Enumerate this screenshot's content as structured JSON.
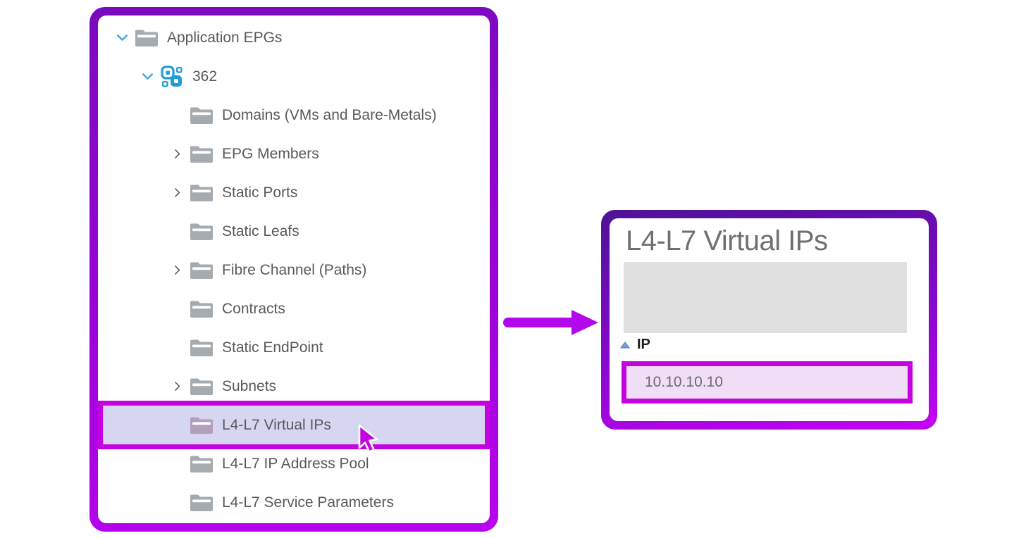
{
  "colors": {
    "annotation-magenta": "#c503e0",
    "arrow-magenta": "#b307ec",
    "panel-border-top": "#7a0abd",
    "panel-border-bottom": "#b803ef",
    "panel2-border-top": "#4f1296",
    "panel2-border-bottom": "#c503f2",
    "selection-bg": "#d6d6f3",
    "ip-row-bg": "#efdef5",
    "folder-gray": "#a6abb0",
    "folder-selected": "#b29fba",
    "icon-blue": "#1b9ed8",
    "chevron-blue": "#45a6dc",
    "twisty-gray": "#5e6266",
    "text-gray": "#58595b",
    "title-gray": "#6e6f71",
    "sort-fill": "#7ba0d6",
    "sort-stroke": "#5577b5"
  },
  "tree": {
    "items": [
      {
        "label": "Application EPGs",
        "level": 0,
        "icon": "folder",
        "twisty": "expanded",
        "selected": false
      },
      {
        "label": "362",
        "level": 1,
        "icon": "epg",
        "twisty": "expanded",
        "selected": false
      },
      {
        "label": "Domains (VMs and Bare-Metals)",
        "level": 2,
        "icon": "folder",
        "twisty": "none",
        "selected": false
      },
      {
        "label": "EPG Members",
        "level": 2,
        "icon": "folder",
        "twisty": "collapsed",
        "selected": false
      },
      {
        "label": "Static Ports",
        "level": 2,
        "icon": "folder",
        "twisty": "collapsed",
        "selected": false
      },
      {
        "label": "Static Leafs",
        "level": 2,
        "icon": "folder",
        "twisty": "none",
        "selected": false
      },
      {
        "label": "Fibre Channel (Paths)",
        "level": 2,
        "icon": "folder",
        "twisty": "collapsed",
        "selected": false
      },
      {
        "label": "Contracts",
        "level": 2,
        "icon": "folder",
        "twisty": "none",
        "selected": false
      },
      {
        "label": "Static EndPoint",
        "level": 2,
        "icon": "folder",
        "twisty": "none",
        "selected": false
      },
      {
        "label": "Subnets",
        "level": 2,
        "icon": "folder",
        "twisty": "collapsed",
        "selected": false
      },
      {
        "label": "L4-L7 Virtual IPs",
        "level": 2,
        "icon": "folder",
        "twisty": "none",
        "selected": true
      },
      {
        "label": "L4-L7 IP Address Pool",
        "level": 2,
        "icon": "folder",
        "twisty": "none",
        "selected": false
      },
      {
        "label": "L4-L7 Service Parameters",
        "level": 2,
        "icon": "folder",
        "twisty": "none",
        "selected": false
      }
    ]
  },
  "detail": {
    "title": "L4-L7 Virtual IPs",
    "table": {
      "column": "IP",
      "sort": "ascending",
      "rows": [
        "10.10.10.10"
      ]
    }
  }
}
